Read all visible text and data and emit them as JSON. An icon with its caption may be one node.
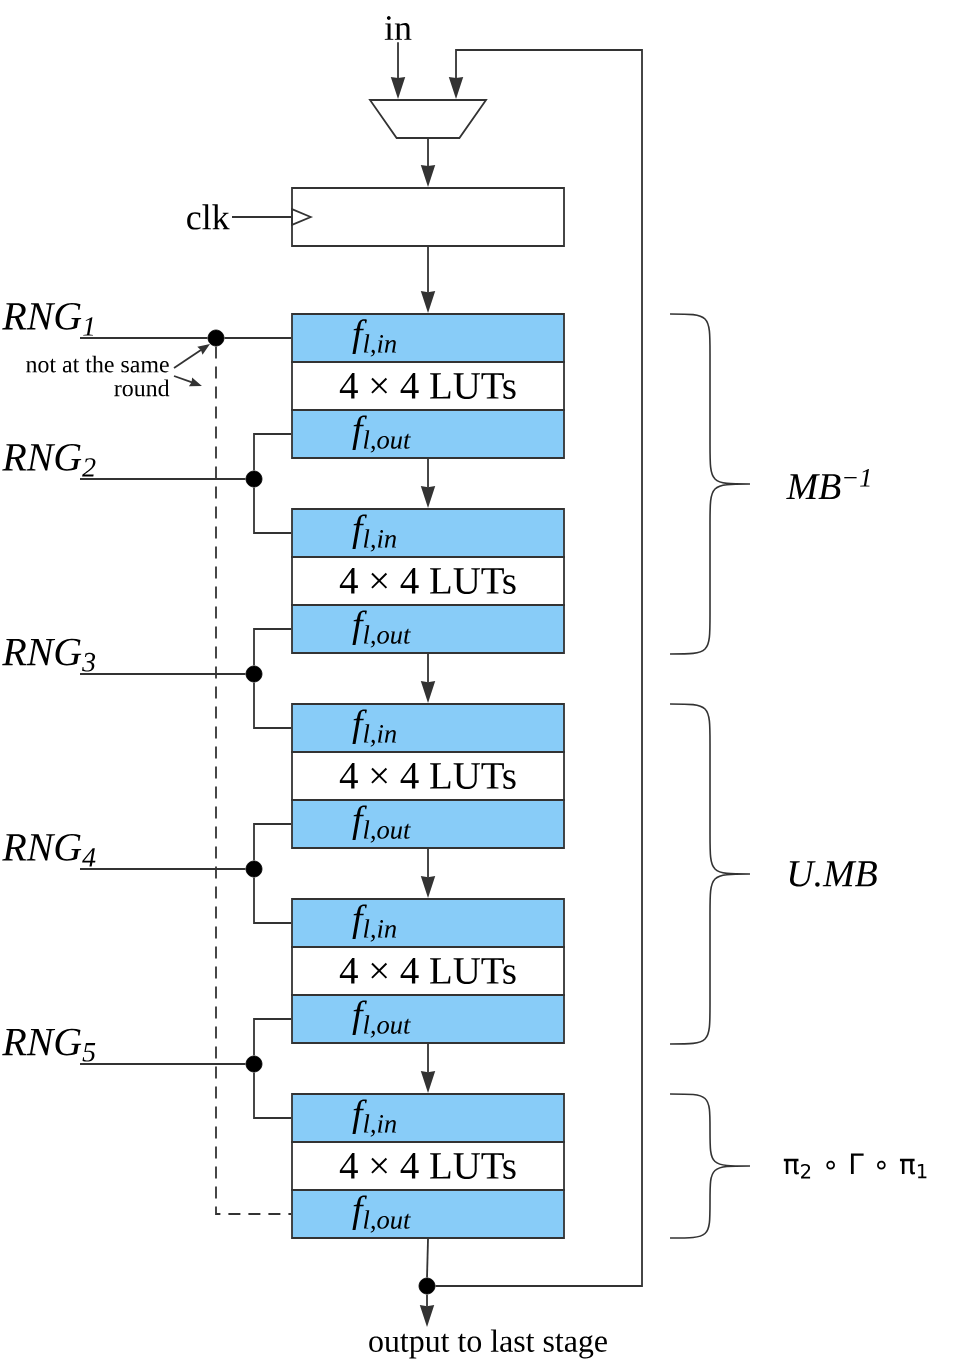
{
  "diagram": {
    "nodes": [
      {
        "text": [
          "in"
        ]
      },
      {
        "text": [],
        "shape": "trapezoid"
      },
      {
        "text": [
          "clk"
        ]
      },
      {
        "text": [],
        "shape": "box"
      },
      {
        "text": [
          "RNG$_{1}$"
        ]
      },
      {
        "text": [],
        "shape": "circle"
      },
      {
        "text": [
          "not at the same round"
        ]
      },
      {
        "text": [
          "f$_{l,in}$"
        ]
      },
      {
        "text": [
          "4 × 4 LUTs"
        ]
      },
      {
        "text": [
          "f$_{l,out}$"
        ]
      },
      {
        "text": [
          "RNG$_{2}$"
        ]
      },
      {
        "text": [],
        "shape": "circle"
      },
      {
        "text": [
          "f$_{l,in}$"
        ]
      },
      {
        "text": [
          "4 × 4 LUTs"
        ]
      },
      {
        "text": [
          "f$_{l,out}$"
        ]
      },
      {
        "text": [
          "RNG$_{3}$"
        ]
      },
      {
        "text": [],
        "shape": "circle"
      },
      {
        "text": [
          "f$_{l,in}$"
        ]
      },
      {
        "text": [
          "4 × 4 LUTs"
        ]
      },
      {
        "text": [
          "f$_{l,out}$"
        ]
      },
      {
        "text": [
          "RNG$_{4}$"
        ]
      },
      {
        "text": [],
        "shape": "circle"
      },
      {
        "text": [
          "f$_{l,in}$"
        ]
      },
      {
        "text": [
          "4 × 4 LUTs"
        ]
      },
      {
        "text": [
          "f$_{l,out}$"
        ]
      },
      {
        "text": [
          "RNG$_{5}$"
        ]
      },
      {
        "text": [],
        "shape": "circle"
      },
      {
        "text": [
          "f$_{l,in}$"
        ]
      },
      {
        "text": [
          "4 × 4 LUTs"
        ]
      },
      {
        "text": [
          "f$_{l,out}$"
        ]
      },
      {
        "text": [],
        "shape": "circle"
      },
      {
        "text": [
          "output to last stage"
        ]
      }
    ],
    "edges": [
      {
        "from": 0,
        "to": 1,
        "arrow": "to"
      },
      {
        "from": 1,
        "to": 3,
        "arrow": "to"
      },
      {
        "from": 2,
        "to": 3,
        "arrow": "to"
      },
      {
        "from": 3,
        "to": 7,
        "arrow": "to"
      },
      {
        "from": 4,
        "to": 5,
        "arrow": "none"
      },
      {
        "from": 5,
        "to": 7,
        "arrow": "none"
      },
      {
        "from": 5,
        "to": 29,
        "arrow": "none",
        "style": "dashed"
      },
      {
        "from": 6,
        "to": 5,
        "arrow": "to"
      },
      {
        "from": 6,
        "to": null,
        "arrow": "to"
      },
      {
        "from": 9,
        "to": 11,
        "arrow": "none"
      },
      {
        "from": 10,
        "to": 11,
        "arrow": "none"
      },
      {
        "from": 11,
        "to": 12,
        "arrow": "none"
      },
      {
        "from": 9,
        "to": 12,
        "arrow": "to"
      },
      {
        "from": 14,
        "to": 16,
        "arrow": "none"
      },
      {
        "from": 15,
        "to": 16,
        "arrow": "none"
      },
      {
        "from": 16,
        "to": 17,
        "arrow": "none"
      },
      {
        "from": 14,
        "to": 17,
        "arrow": "to"
      },
      {
        "from": 19,
        "to": 21,
        "arrow": "none"
      },
      {
        "from": 20,
        "to": 21,
        "arrow": "none"
      },
      {
        "from": 21,
        "to": 22,
        "arrow": "none"
      },
      {
        "from": 19,
        "to": 22,
        "arrow": "to"
      },
      {
        "from": 24,
        "to": 26,
        "arrow": "none"
      },
      {
        "from": 25,
        "to": 26,
        "arrow": "none"
      },
      {
        "from": 26,
        "to": 27,
        "arrow": "none"
      },
      {
        "from": 24,
        "to": 27,
        "arrow": "to"
      },
      {
        "from": 29,
        "to": 30,
        "arrow": "none"
      },
      {
        "from": 30,
        "to": 31,
        "arrow": "to"
      },
      {
        "from": 30,
        "to": 1,
        "arrow": "to"
      }
    ],
    "labels": [
      "MB$^{−1}$",
      "U.MB",
      "π$_{2}$ ∘ Γ ∘ π$_{1}$"
    ]
  }
}
